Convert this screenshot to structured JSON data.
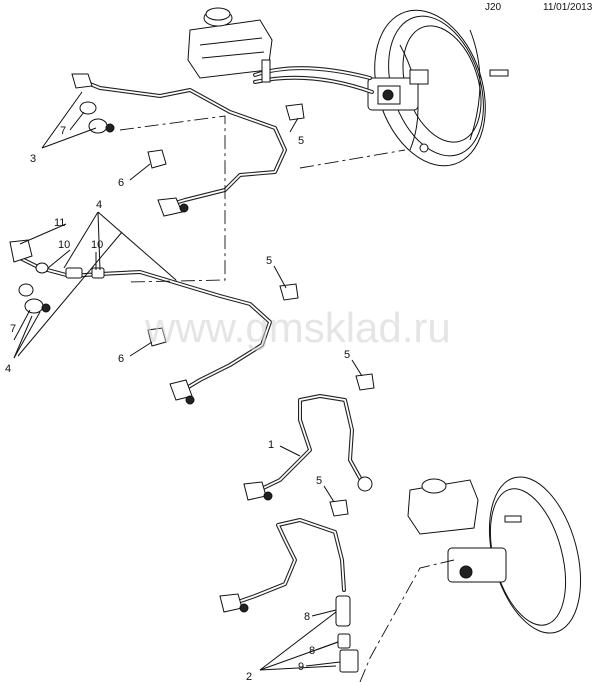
{
  "header": {
    "code": "J20",
    "date": "11/01/2013"
  },
  "watermark": "www.gmsklad.ru",
  "callouts": {
    "c1": "1",
    "c2": "2",
    "c3": "3",
    "c4a": "4",
    "c4b": "4",
    "c5a": "5",
    "c5b": "5",
    "c5c": "5",
    "c5d": "5",
    "c6a": "6",
    "c6b": "6",
    "c7a": "7",
    "c7b": "7",
    "c8a": "8",
    "c8b": "8",
    "c9": "9",
    "c10a": "10",
    "c10b": "10",
    "c11": "11"
  },
  "colors": {
    "ink": "#111111",
    "watermark": "#cfcfcf",
    "background": "#ffffff"
  }
}
